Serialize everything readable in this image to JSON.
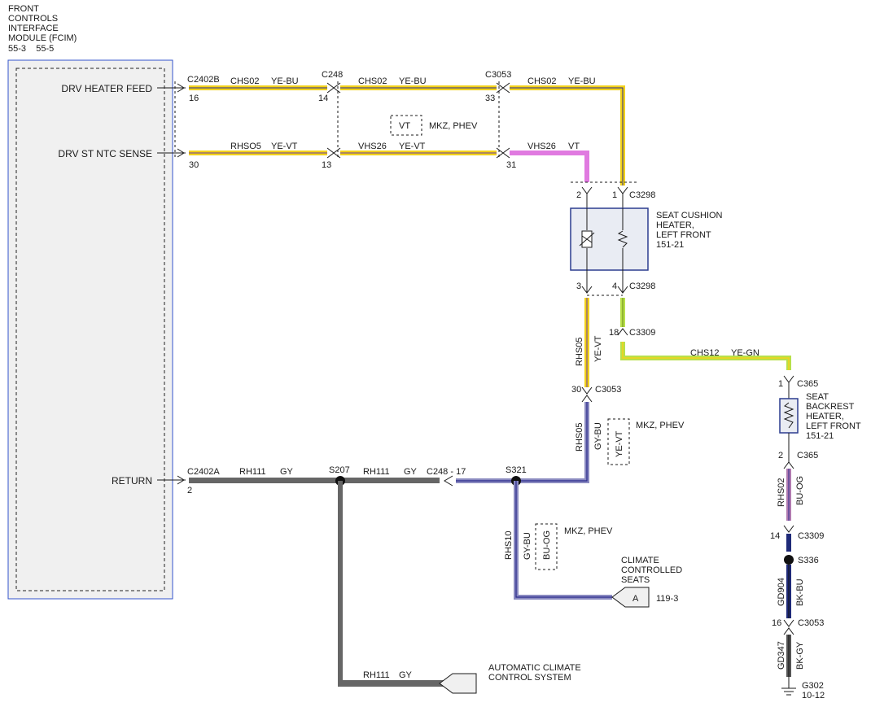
{
  "module": {
    "title": [
      "FRONT",
      "CONTROLS",
      "INTERFACE",
      "MODULE (FCIM)"
    ],
    "refs": "55-3    55-5",
    "pins": {
      "drv_heater_feed": "DRV HEATER FEED",
      "drv_st_ntc_sense": "DRV ST NTC SENSE",
      "return": "RETURN"
    }
  },
  "connectors": {
    "c2402b": "C2402B",
    "c2402b_pin": "16",
    "c248_top": "C248",
    "c248_top_pin1": "14",
    "c248_top_pin2": "13",
    "c3053_top": "C3053",
    "c3053_top_pin1": "33",
    "c3053_top_pin2": "31",
    "c2402b_pin2": "30",
    "c3298_top": "C3298",
    "c3298_pin_2": "2",
    "c3298_pin_1": "1",
    "c3298_bottom": "C3298",
    "c3298_pin_3": "3",
    "c3298_pin_4": "4",
    "c3309_a": "C3309",
    "c3309_a_pin": "18",
    "c3053_mid": "C3053",
    "c3053_mid_pin": "30",
    "c365_top": "C365",
    "c365_top_pin": "1",
    "c365_bottom": "C365",
    "c365_bottom_pin": "2",
    "c3309_b": "C3309",
    "c3309_b_pin": "14",
    "c3053_bottom": "C3053",
    "c3053_bottom_pin": "16",
    "c2402a": "C2402A",
    "c2402a_pin": "2",
    "c248_17": "C248 - 17"
  },
  "splices": {
    "s207": "S207",
    "s321": "S321",
    "s336": "S336"
  },
  "wires": {
    "chs02_a": {
      "circuit": "CHS02",
      "color": "YE-BU"
    },
    "chs02_b": {
      "circuit": "CHS02",
      "color": "YE-BU"
    },
    "chs02_c": {
      "circuit": "CHS02",
      "color": "YE-BU"
    },
    "rhs05_a": {
      "circuit": "RHSO5",
      "color": "YE-VT"
    },
    "vhs26_a": {
      "circuit": "VHS26",
      "color": "YE-VT"
    },
    "vhs26_b": {
      "circuit": "VHS26",
      "color": "VT"
    },
    "rhs05_v1": {
      "circuit": "RHS05",
      "color": "YE-VT"
    },
    "chs12": {
      "circuit": "CHS12",
      "color": "YE-GN"
    },
    "rhs05_v2": {
      "circuit": "RHS05",
      "color": "GY-BU",
      "alt_color": "YE-VT"
    },
    "rh111_a": {
      "circuit": "RH111",
      "color": "GY"
    },
    "rh111_b": {
      "circuit": "RH111",
      "color": "GY"
    },
    "rh111_c": {
      "circuit": "RH111",
      "color": "GY"
    },
    "rhs10": {
      "circuit": "RHS10",
      "color": "GY-BU",
      "alt_color": "BU-OG"
    },
    "rhs02": {
      "circuit": "RHS02",
      "color": "BU-OG"
    },
    "gd904": {
      "circuit": "GD904",
      "color": "BK-BU"
    },
    "gd347": {
      "circuit": "GD347",
      "color": "BK-GY"
    }
  },
  "options": {
    "vt_box": "VT",
    "mkz_phev_1": "MKZ, PHEV",
    "mkz_phev_2": "MKZ, PHEV",
    "mkz_phev_3": "MKZ, PHEV"
  },
  "components": {
    "seat_cushion": {
      "lines": [
        "SEAT CUSHION",
        "HEATER,",
        "LEFT FRONT",
        "151-21"
      ]
    },
    "seat_backrest": {
      "lines": [
        "SEAT",
        "BACKREST",
        "HEATER,",
        "LEFT FRONT",
        "151-21"
      ]
    },
    "climate_seats": {
      "lines": [
        "CLIMATE",
        "CONTROLLED",
        "SEATS"
      ],
      "connector": "A",
      "ref": "119-3"
    },
    "auto_climate": {
      "lines": [
        "AUTOMATIC CLIMATE",
        "CONTROL SYSTEM"
      ]
    }
  },
  "ground": {
    "name": "G302",
    "ref": "10-12"
  },
  "colors": {
    "yellow": "#f2d21b",
    "blue_trace": "#2a2a8c",
    "violet": "#e07ae0",
    "green": "#9acd32",
    "gray": "#666666",
    "orange_violet": "#b07ab0",
    "dark_blue": "#1f2a78",
    "module_fill": "#f0f0f0",
    "module_border": "#3355cc",
    "component_fill": "#e9ecf3",
    "component_border": "#2c3d8f"
  }
}
